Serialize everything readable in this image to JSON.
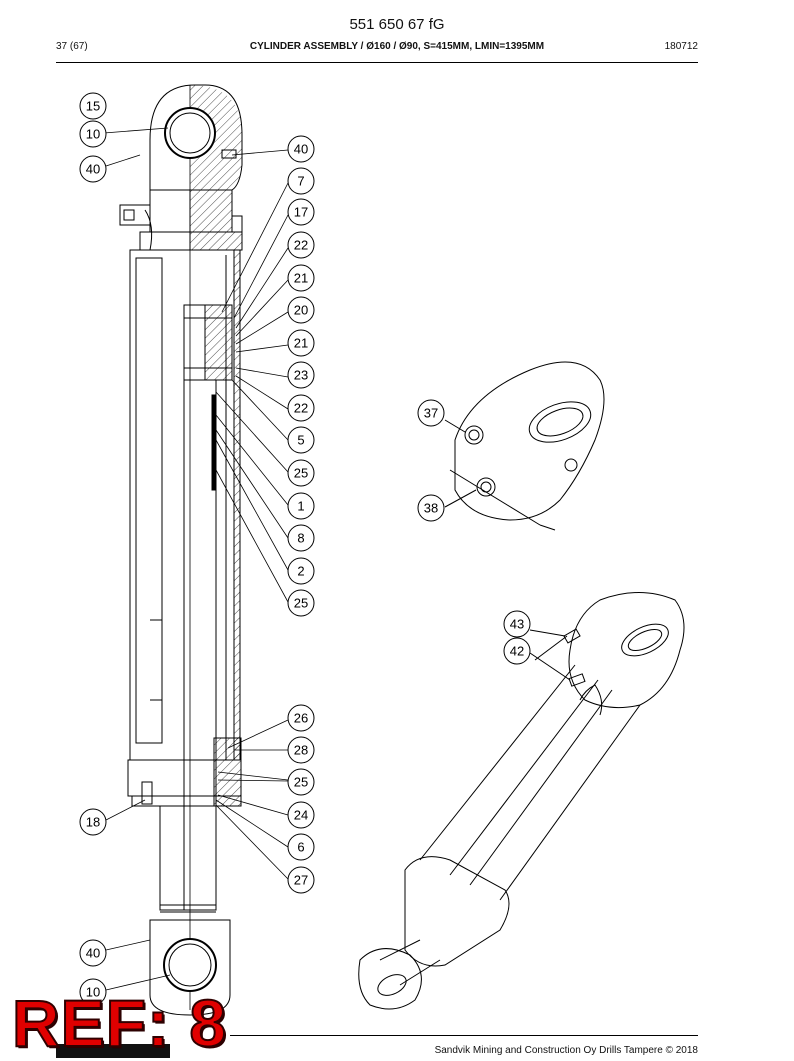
{
  "header": {
    "title": "551 650 67 fG",
    "page": "37 (67)",
    "subtitle": "CYLINDER ASSEMBLY / Ø160 / Ø90, S=415MM, LMIN=1395MM",
    "code": "180712"
  },
  "footer": {
    "copyright": "Sandvik Mining and Construction Oy Drills Tampere © 2018"
  },
  "overlay": {
    "ref": "REF: 8"
  },
  "callouts": {
    "main": [
      "15",
      "10",
      "40",
      "40",
      "7",
      "17",
      "22",
      "21",
      "20",
      "21",
      "23",
      "22",
      "5",
      "25",
      "1",
      "8",
      "2",
      "25",
      "26",
      "28",
      "25",
      "24",
      "6",
      "27",
      "18",
      "40",
      "10"
    ],
    "detail_top": [
      "37",
      "38"
    ],
    "detail_bottom": [
      "43",
      "42"
    ]
  },
  "colors": {
    "accent": "#e00000",
    "line": "#000000"
  }
}
